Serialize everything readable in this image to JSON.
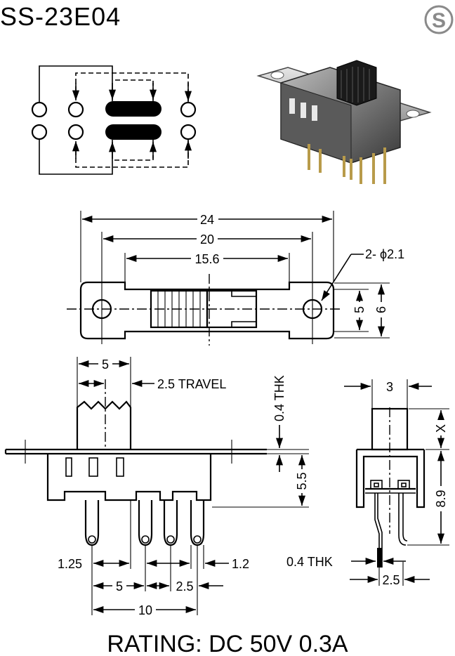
{
  "title": "SS-23E04",
  "brand_mark": "S",
  "colors": {
    "ink": "#000000",
    "paper": "#ffffff",
    "brand": "#8a8a8a"
  },
  "top_view": {
    "dim_overall": "24",
    "dim_mount": "20",
    "dim_body": "15.6",
    "dim_hole": "2- ϕ2.1",
    "dim_inner_height": "5",
    "dim_outer_height": "6"
  },
  "side_view": {
    "dim_knob": "5",
    "dim_travel": "2.5 TRAVEL",
    "dim_thickness": "0.4 THK",
    "dim_body_height": "5.5",
    "dim_pin_offset_left": "1.25",
    "dim_pin_offset_right": "1.2",
    "dim_pitch": "5",
    "dim_pitch_small": "2.5",
    "dim_total_pins": "10"
  },
  "end_view": {
    "dim_width": "3",
    "dim_x": "X",
    "dim_height": "8.9",
    "dim_pin_thk": "0.4 THK",
    "dim_pin_pitch": "2.5"
  },
  "rating": "RATING: DC 50V 0.3A"
}
